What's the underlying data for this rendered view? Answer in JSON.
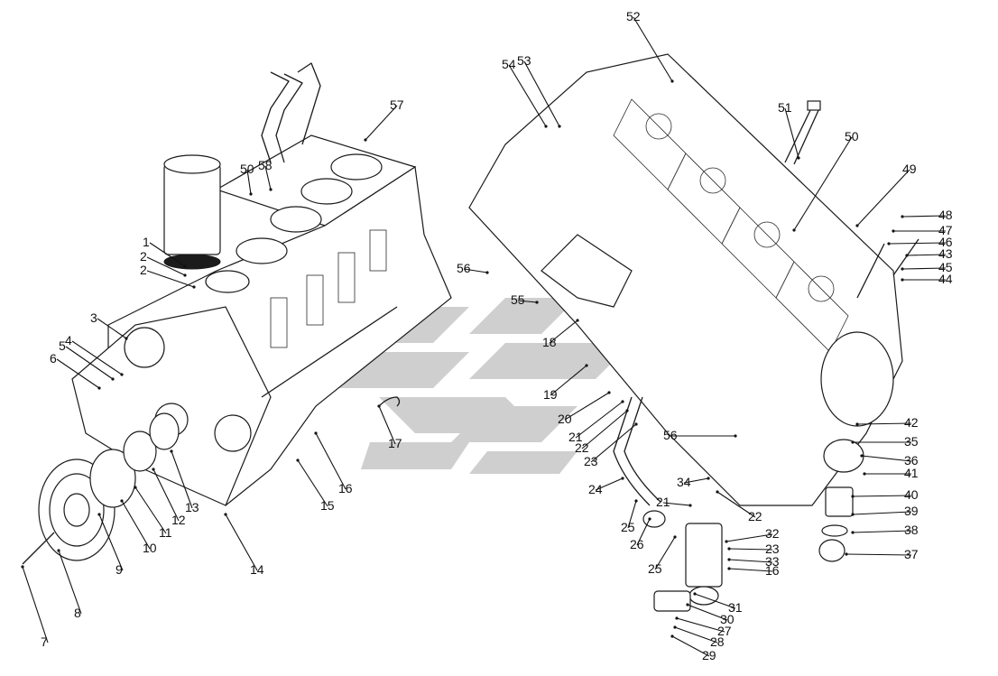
{
  "diagram": {
    "callouts": [
      "1",
      "2",
      "2",
      "3",
      "4",
      "5",
      "6",
      "7",
      "8",
      "9",
      "10",
      "11",
      "12",
      "13",
      "14",
      "15",
      "16",
      "17",
      "18",
      "19",
      "20",
      "21",
      "22",
      "23",
      "24",
      "25",
      "25",
      "26",
      "27",
      "28",
      "29",
      "30",
      "31",
      "32",
      "21",
      "22",
      "23",
      "33",
      "16",
      "34",
      "35",
      "36",
      "37",
      "38",
      "39",
      "40",
      "41",
      "42",
      "43",
      "44",
      "45",
      "46",
      "47",
      "48",
      "49",
      "50",
      "51",
      "52",
      "53",
      "54",
      "55",
      "56",
      "56",
      "57",
      "58",
      "50"
    ]
  }
}
